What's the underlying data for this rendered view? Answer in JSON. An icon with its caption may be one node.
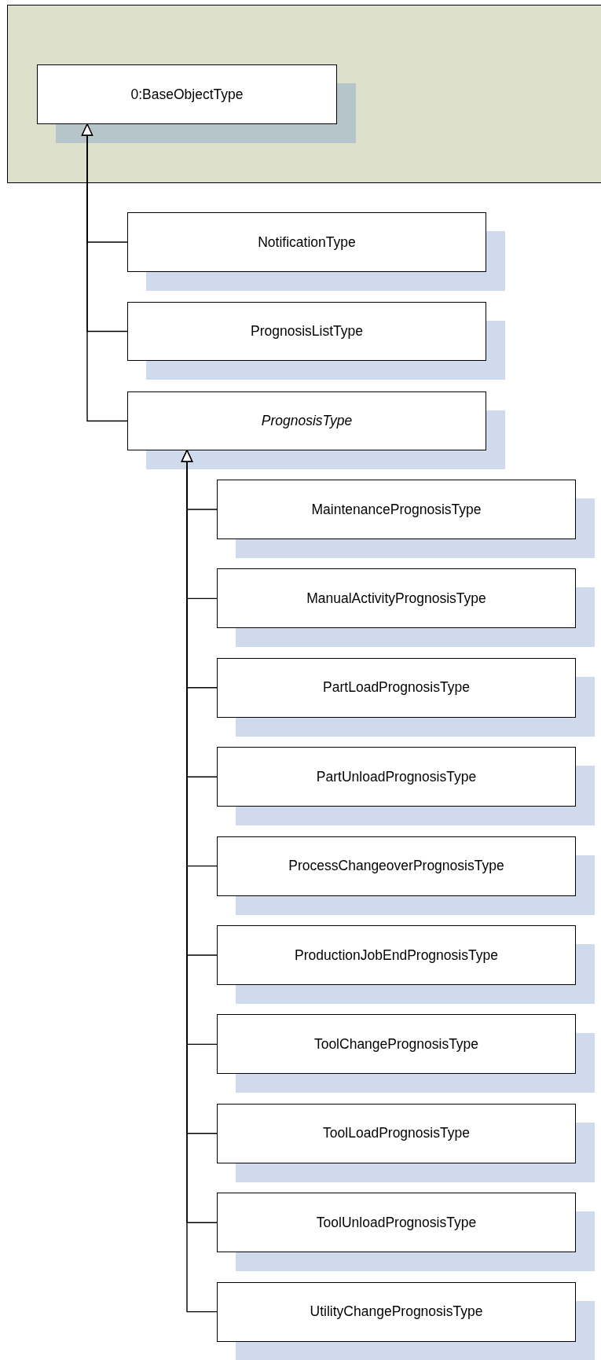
{
  "diagram": {
    "nodes": [
      {
        "text": [
          "0:BaseObjectType"
        ]
      },
      {
        "text": [
          "NotificationType"
        ]
      },
      {
        "text": [
          "PrognosisListType"
        ]
      },
      {
        "text": [
          "PrognosisType"
        ]
      },
      {
        "text": [
          "MaintenancePrognosisType"
        ]
      },
      {
        "text": [
          "ManualActivityPrognosisType"
        ]
      },
      {
        "text": [
          "PartLoadPrognosisType"
        ]
      },
      {
        "text": [
          "PartUnloadPrognosisType"
        ]
      },
      {
        "text": [
          "ProcessChangeoverPrognosisType"
        ]
      },
      {
        "text": [
          "ProductionJobEndPrognosisType"
        ]
      },
      {
        "text": [
          "ToolChangePrognosisType"
        ]
      },
      {
        "text": [
          "ToolLoadPrognosisType"
        ]
      },
      {
        "text": [
          "ToolUnloadPrognosisType"
        ]
      },
      {
        "text": [
          "UtilityChangePrognosisType"
        ]
      }
    ],
    "edges": [
      {
        "from": 1,
        "to": 0,
        "arrow": "to"
      },
      {
        "from": 2,
        "to": 0,
        "arrow": "to"
      },
      {
        "from": 3,
        "to": 0,
        "arrow": "to"
      },
      {
        "from": 4,
        "to": 3,
        "arrow": "to"
      },
      {
        "from": 5,
        "to": 3,
        "arrow": "to"
      },
      {
        "from": 6,
        "to": 3,
        "arrow": "to"
      },
      {
        "from": 7,
        "to": 3,
        "arrow": "to"
      },
      {
        "from": 8,
        "to": 3,
        "arrow": "to"
      },
      {
        "from": 9,
        "to": 3,
        "arrow": "to"
      },
      {
        "from": 10,
        "to": 3,
        "arrow": "to"
      },
      {
        "from": 11,
        "to": 3,
        "arrow": "to"
      },
      {
        "from": 12,
        "to": 3,
        "arrow": "to"
      },
      {
        "from": 13,
        "to": 3,
        "arrow": "to"
      }
    ]
  }
}
